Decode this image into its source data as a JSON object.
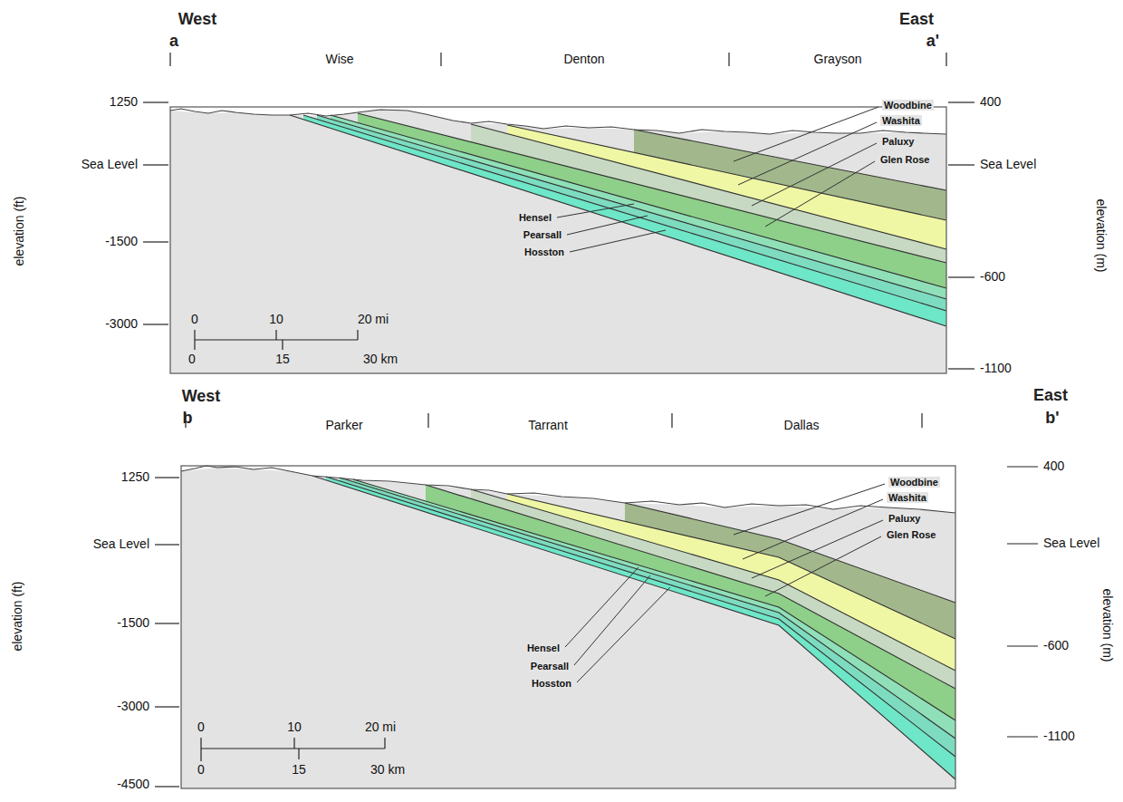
{
  "diagram": {
    "labels": [
      "West",
      "a",
      "East",
      "a'",
      "1250",
      "Sea Level",
      "-1500",
      "-3000",
      "elevation (ft)",
      "Wise",
      "Denton",
      "Grayson",
      "400",
      "Sea Level",
      "-600",
      "-1100",
      "elevation (m)",
      "Woodbine",
      "Washita",
      "Paluxy",
      "Glen Rose",
      "Hensel",
      "Pearsall",
      "Hosston",
      "0",
      "10",
      "20 mi",
      "0",
      "15",
      "30 km",
      "West",
      "b",
      "East",
      "b'",
      "1250",
      "Sea Level",
      "-1500",
      "-3000",
      "-4500",
      "elevation (ft)",
      "Parker",
      "Tarrant",
      "Dallas",
      "400",
      "Sea Level",
      "-600",
      "-1100",
      "elevation (m)",
      "Woodbine",
      "Washita",
      "Paluxy",
      "Glen Rose",
      "Hensel",
      "Pearsall",
      "Hosston",
      "0",
      "10",
      "20 mi",
      "0",
      "15",
      "30 km"
    ]
  }
}
